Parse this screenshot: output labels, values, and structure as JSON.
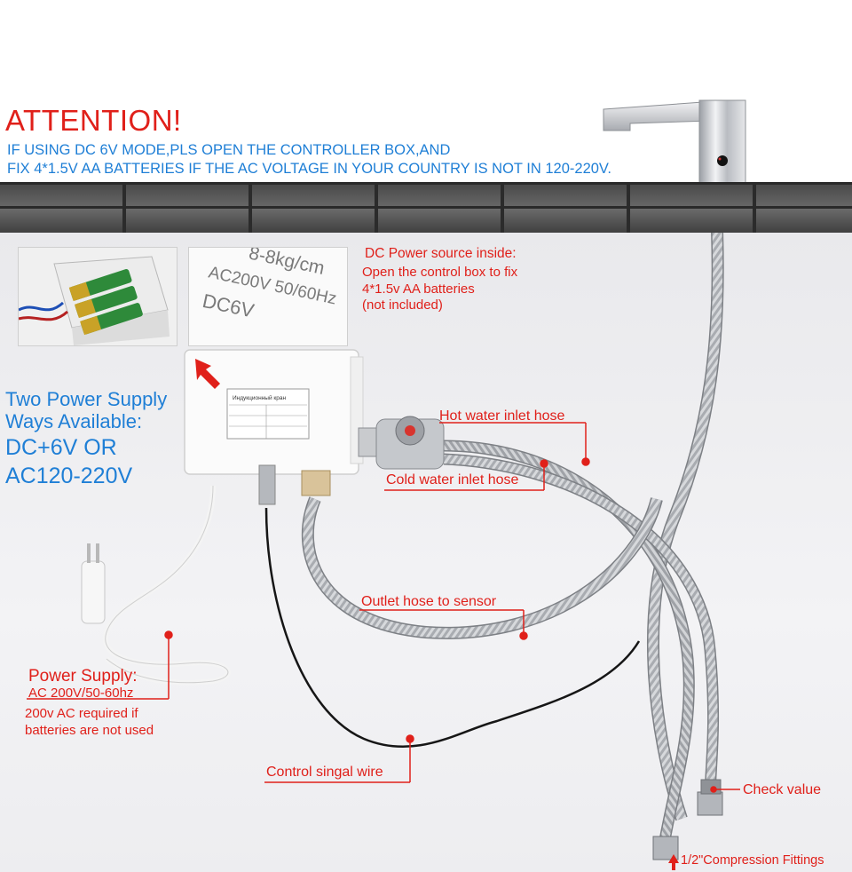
{
  "header": {
    "title": "ATTENTION!",
    "line1": "IF USING  DC 6V MODE,PLS OPEN THE CONTROLLER BOX,AND",
    "line2": "FIX 4*1.5V AA BATTERIES IF THE AC VOLTAGE IN YOUR COUNTRY IS NOT IN 120-220V."
  },
  "label_plate": {
    "line1": "8-8kg/cm",
    "line2": "AC200V  50/60Hz",
    "line3": "DC6V"
  },
  "controller_plate": {
    "title": "Индукционный кран"
  },
  "dc_note": {
    "title": "DC Power source inside:",
    "line1": "Open the control box to fix",
    "line2": "4*1.5v AA batteries",
    "line3": "(not included)"
  },
  "power_ways": {
    "line1": "Two Power Supply",
    "line2": "Ways Available:",
    "line3": "DC+6V OR",
    "line4": "AC120-220V"
  },
  "callouts": {
    "hot": "Hot water inlet hose",
    "cold": "Cold water inlet hose",
    "outlet": "Outlet hose to sensor",
    "wire": "Control singal wire",
    "check": "Check value",
    "fittings": "1/2\"Compression Fittings"
  },
  "power_supply": {
    "title": "Power Supply:",
    "value": "AC 200V/50-60hz",
    "note1": "200v AC required if",
    "note2": "batteries are not used"
  },
  "colors": {
    "accent_red": "#e0201a",
    "accent_blue": "#1f7fd6"
  }
}
